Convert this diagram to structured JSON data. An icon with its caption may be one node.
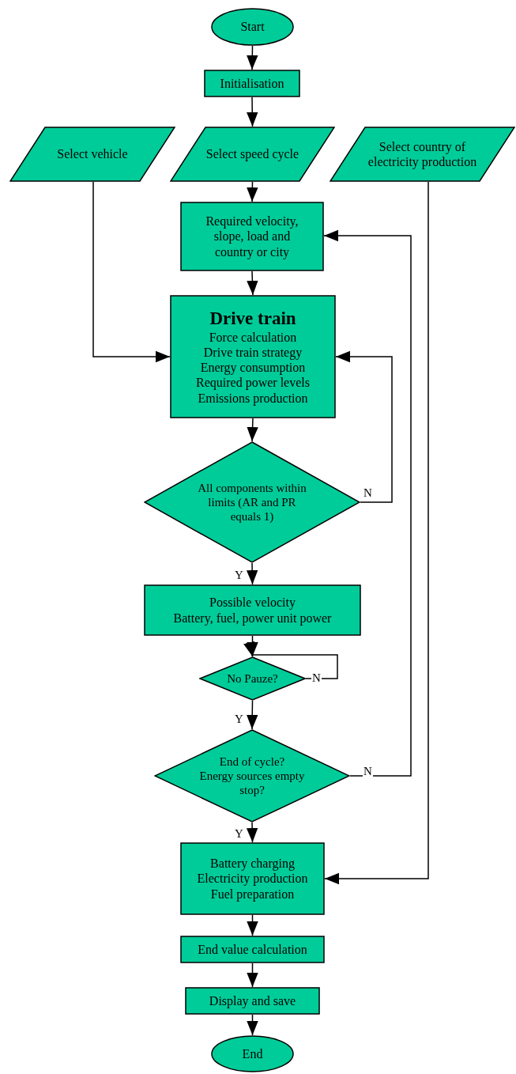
{
  "diagram": {
    "nodes": [
      {
        "text": [
          "Start"
        ]
      },
      {
        "text": [
          "Initialisation"
        ]
      },
      {
        "text": [
          "Select vehicle"
        ]
      },
      {
        "text": [
          "Select speed cycle"
        ]
      },
      {
        "text": [
          "Select country of electricity production"
        ]
      },
      {
        "text": [
          "Required velocity, slope, load and country or city"
        ]
      },
      {
        "text": [
          "Drive train",
          "Force calculation",
          "Drive train strategy",
          "Energy consumption",
          "Required power levels",
          "Emissions production"
        ]
      },
      {
        "text": [
          "All components within limits (AR and PR equals 1)"
        ]
      },
      {
        "text": [
          "Possible velocity",
          "Battery, fuel, power unit power"
        ]
      },
      {
        "text": [
          "No Pauze?"
        ]
      },
      {
        "text": [
          "End of cycle?",
          "Energy sources empty stop?"
        ]
      },
      {
        "text": [
          "Battery charging",
          "Electricity production",
          "Fuel preparation"
        ]
      },
      {
        "text": [
          "End value calculation"
        ]
      },
      {
        "text": [
          "Display and save"
        ]
      },
      {
        "text": [
          "End"
        ]
      }
    ],
    "edges": [
      {
        "from": 0,
        "to": 1,
        "arrow": "to"
      },
      {
        "from": 1,
        "to": 3,
        "arrow": "to"
      },
      {
        "from": 3,
        "to": 5,
        "arrow": "to"
      },
      {
        "from": 5,
        "to": 6,
        "arrow": "to"
      },
      {
        "from": 2,
        "to": 6,
        "arrow": "to"
      },
      {
        "from": 4,
        "to": 11,
        "arrow": "to"
      },
      {
        "from": 6,
        "to": 7,
        "arrow": "to"
      },
      {
        "from": 7,
        "to": 6,
        "arrow": "to",
        "label": "N"
      },
      {
        "from": 7,
        "to": 8,
        "arrow": "to",
        "label": "Y"
      },
      {
        "from": 8,
        "to": 9,
        "arrow": "to"
      },
      {
        "from": 9,
        "to": 9,
        "arrow": "to",
        "label": "N"
      },
      {
        "from": 9,
        "to": 10,
        "arrow": "to",
        "label": "Y"
      },
      {
        "from": 10,
        "to": 5,
        "arrow": "to",
        "label": "N"
      },
      {
        "from": 10,
        "to": 11,
        "arrow": "to",
        "label": "Y"
      },
      {
        "from": 11,
        "to": 12,
        "arrow": "to"
      },
      {
        "from": 12,
        "to": 13,
        "arrow": "to"
      },
      {
        "from": 13,
        "to": 14,
        "arrow": "to"
      }
    ]
  }
}
